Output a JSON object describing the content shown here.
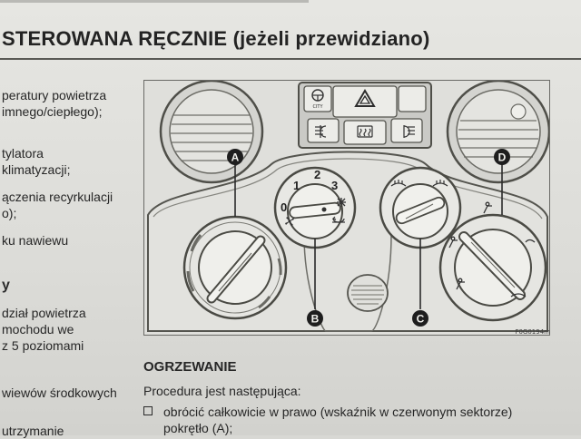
{
  "heading": "STEROWANA RĘCZNIE (jeżeli przewidziano)",
  "left_column": {
    "lines": [
      "peratury powietrza",
      "imnego/ciepłego);",
      "tylatora",
      "klimatyzacji;",
      "ączenia recyrkulacji",
      "o);",
      "ku nawiewu",
      "dział powietrza",
      "mochodu we",
      "z 5 poziomami",
      "wiewów środkowych",
      "utrzymanie"
    ],
    "marker": "y"
  },
  "figure": {
    "code": "F0G0194m",
    "callouts": [
      "A",
      "B",
      "C",
      "D"
    ],
    "fan_scale": [
      "0",
      "1",
      "2",
      "3"
    ],
    "city_label": "CITY",
    "icons": [
      "steering-wheel-icon",
      "hazard-warning-icon",
      "rear-fog-light-icon",
      "rear-window-defrost-icon",
      "front-fog-light-icon",
      "fan-icon",
      "snowflake-icon",
      "recirculation-icon",
      "windscreen-defrost-icon"
    ]
  },
  "section": {
    "title": "OGRZEWANIE",
    "intro": "Procedura jest następująca:",
    "items": [
      {
        "line1": "obrócić całkowicie w prawo (wskaźnik w czerwonym sektorze)",
        "line2": "pokrętło (A);"
      }
    ]
  }
}
